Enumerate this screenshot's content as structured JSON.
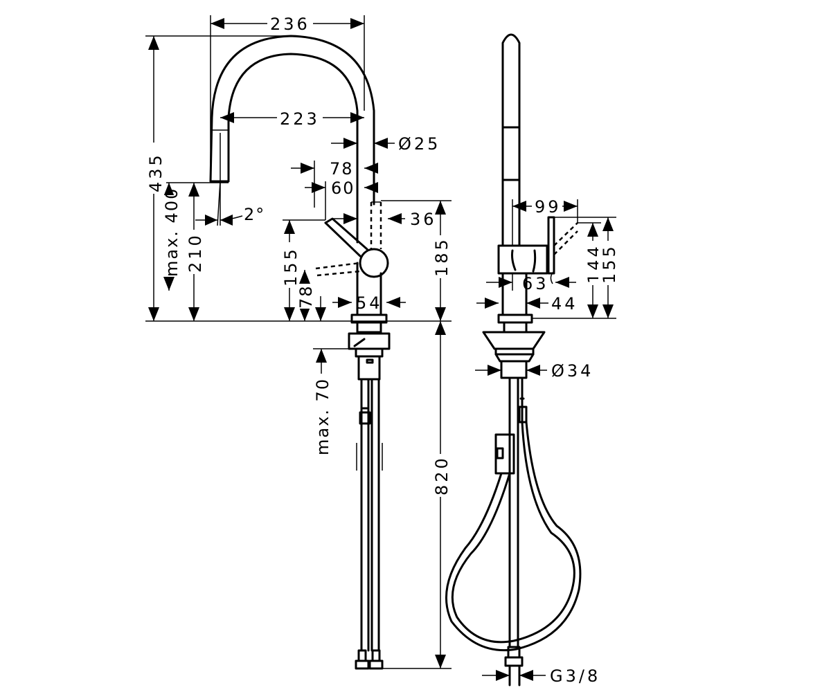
{
  "dimensions": {
    "width_total": "236",
    "spout_reach": "223",
    "spout_dia": "Ø25",
    "handle_78": "78",
    "handle_60": "60",
    "body_36": "36",
    "height_total": "435",
    "max_400": "max. 400",
    "height_210": "210",
    "angle": "2°",
    "handle_155": "155",
    "handle_78v": "78",
    "base_54": "54",
    "height_185": "185",
    "max_70": "max. 70",
    "hose_820": "820",
    "side_99": "99",
    "side_144": "144",
    "side_155": "155",
    "side_63": "63",
    "side_44": "44",
    "shank_dia": "Ø34",
    "thread": "G3/8"
  }
}
